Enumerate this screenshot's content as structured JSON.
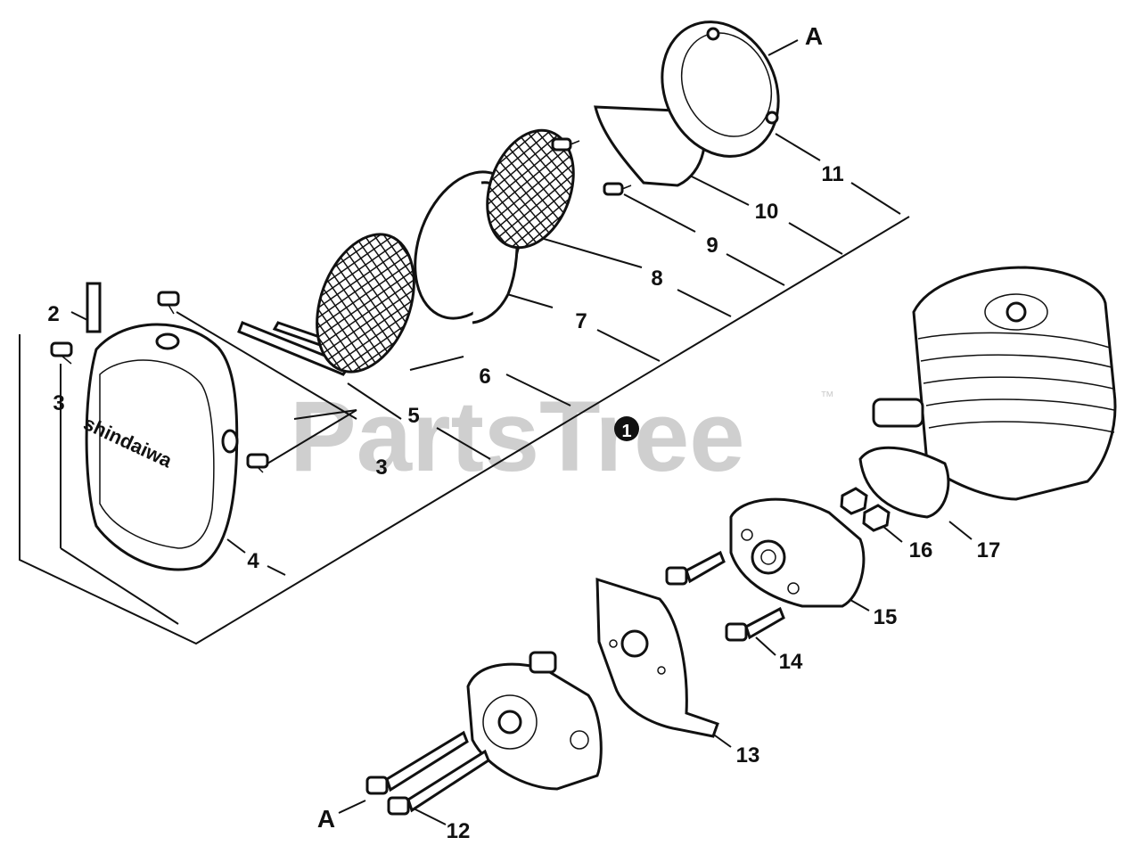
{
  "watermark": {
    "text": "PartsTree",
    "trademark": "™"
  },
  "brand_label": "shindaiwa",
  "reference_letter": "A",
  "callouts": [
    "1",
    "2",
    "3",
    "4",
    "5",
    "6",
    "7",
    "8",
    "9",
    "10",
    "11",
    "12",
    "13",
    "14",
    "15",
    "16",
    "17"
  ]
}
